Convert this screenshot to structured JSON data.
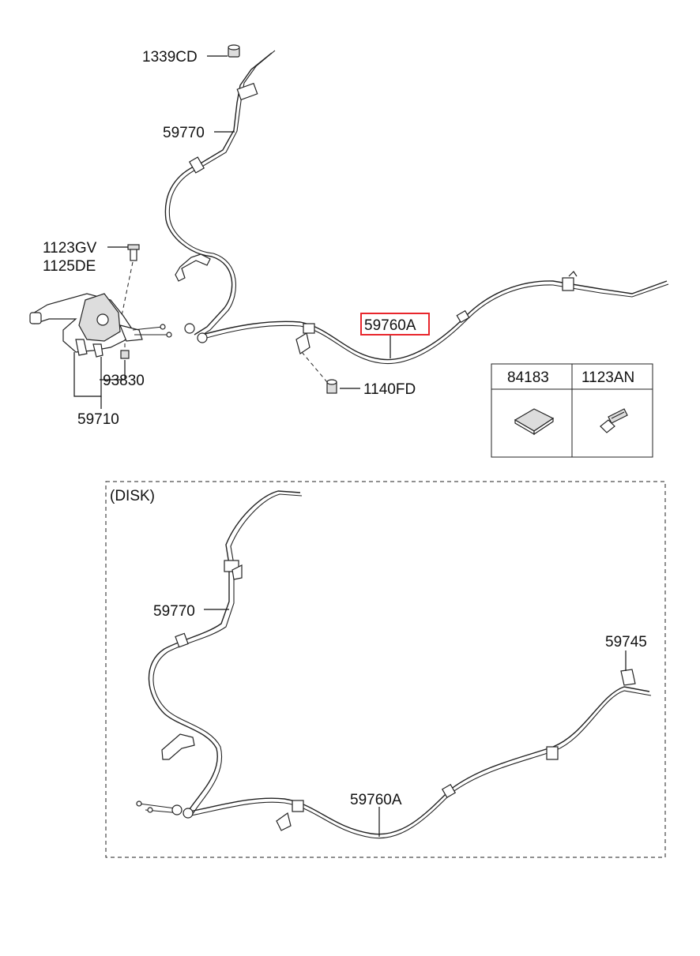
{
  "labels": {
    "l_1339CD": "1339CD",
    "l_59770_top": "59770",
    "l_1123GV": "1123GV",
    "l_1125DE": "1125DE",
    "l_59760A_top": "59760A",
    "l_93830": "93830",
    "l_1140FD": "1140FD",
    "l_59710": "59710",
    "l_disk": "(DISK)",
    "l_59770_bottom": "59770",
    "l_59745": "59745",
    "l_59760A_bottom": "59760A"
  },
  "parts_table": {
    "col1_header": "84183",
    "col2_header": "1123AN"
  },
  "colors": {
    "highlight": "#e8262c",
    "line": "#222222"
  }
}
